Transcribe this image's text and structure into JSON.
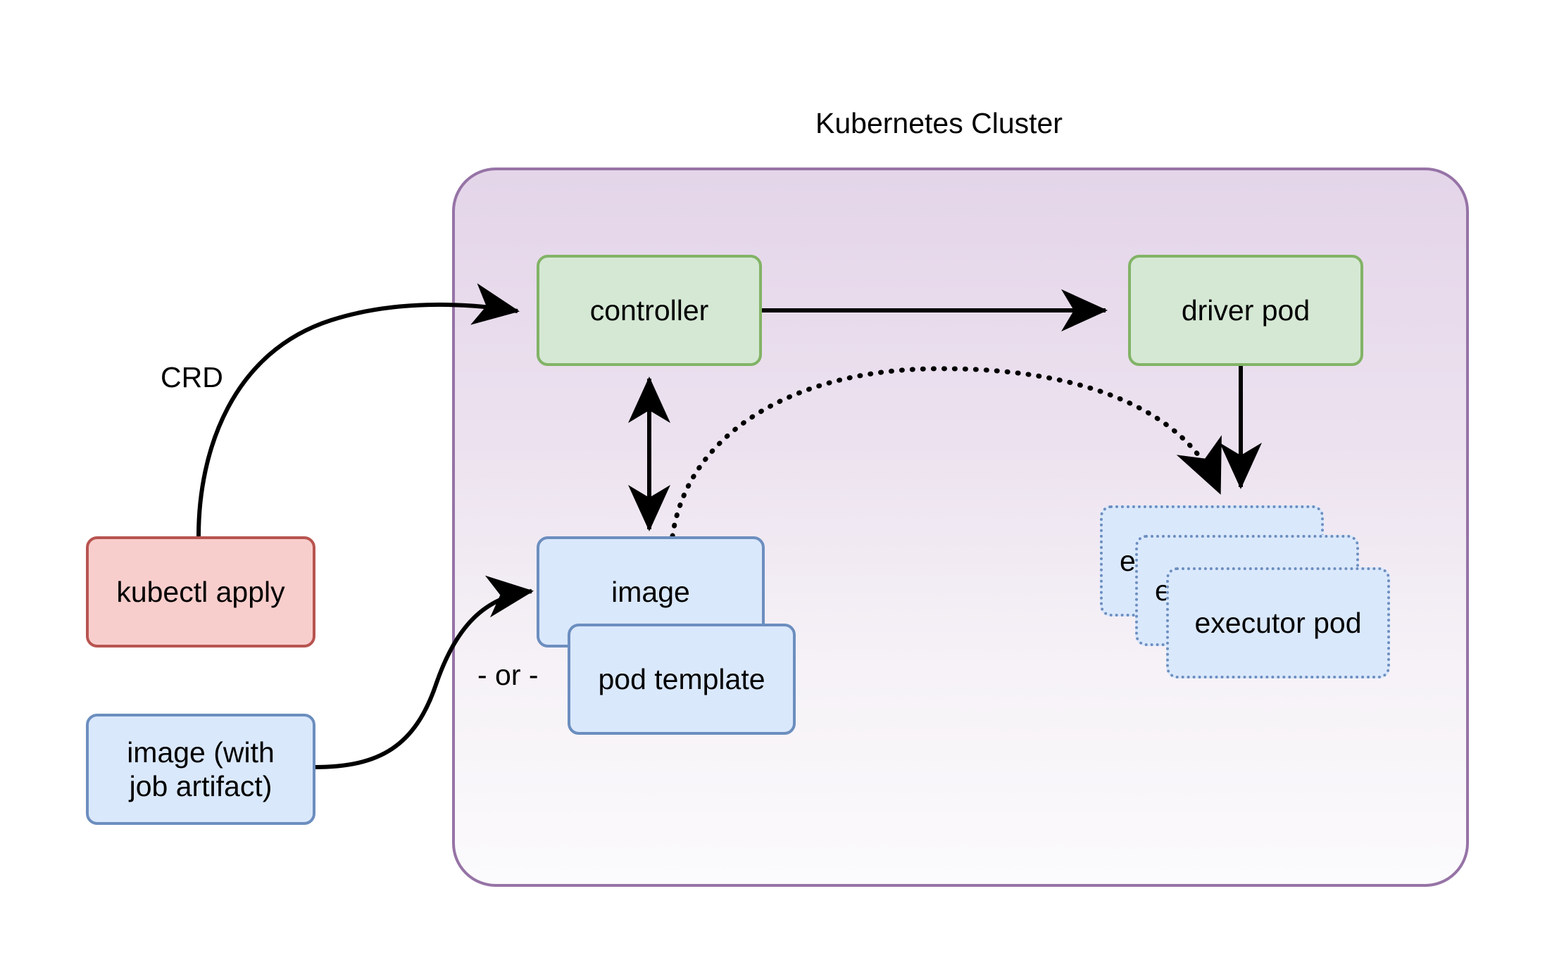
{
  "diagram": {
    "title": "Kubernetes Cluster",
    "type": "architecture-flow-diagram",
    "background": "#ffffff"
  },
  "cluster": {
    "label": "Kubernetes Cluster",
    "border_color": "#9673a6",
    "fill_top": "#e4d5e9",
    "fill_bottom": "#fbfafc"
  },
  "nodes": {
    "controller": {
      "label": "controller",
      "fill": "#d5e8d4",
      "stroke": "#82b366"
    },
    "driver_pod": {
      "label": "driver pod",
      "fill": "#d5e8d4",
      "stroke": "#82b366"
    },
    "image": {
      "label": "image",
      "fill": "#dae8fc",
      "stroke": "#6c8ebf"
    },
    "pod_template": {
      "label": "pod template",
      "fill": "#dae8fc",
      "stroke": "#6c8ebf"
    },
    "kubectl_apply": {
      "label": "kubectl apply",
      "fill": "#f8cecc",
      "stroke": "#b85450"
    },
    "image_with_job_artifact": {
      "label_line1": "image (with",
      "label_line2": "job artifact)",
      "fill": "#dae8fc",
      "stroke": "#6c8ebf"
    },
    "executor_pod_back": {
      "label": "executor pod",
      "fill": "#dae8fc",
      "stroke": "#6c8ebf"
    },
    "executor_pod_middle": {
      "label": "executor pod",
      "fill": "#dae8fc",
      "stroke": "#6c8ebf"
    },
    "executor_pod_front": {
      "label": "executor pod",
      "fill": "#dae8fc",
      "stroke": "#6c8ebf"
    }
  },
  "edge_labels": {
    "crd": "CRD",
    "or": "- or -"
  },
  "edges": [
    {
      "name": "kubectl-apply-to-controller",
      "from": "kubectl apply",
      "to": "controller",
      "style": "solid-curve",
      "label": "CRD",
      "arrow": "end"
    },
    {
      "name": "controller-to-driver-pod",
      "from": "controller",
      "to": "driver pod",
      "style": "solid-straight",
      "arrow": "end"
    },
    {
      "name": "controller-image-bidirectional",
      "from": "controller",
      "to": "image",
      "style": "solid-straight",
      "arrow": "both"
    },
    {
      "name": "image-to-executor-pods",
      "from": "image",
      "to": "executor pod",
      "style": "dotted-curve",
      "arrow": "end"
    },
    {
      "name": "driver-pod-to-executor-pods",
      "from": "driver pod",
      "to": "executor pod",
      "style": "solid-straight",
      "arrow": "end"
    },
    {
      "name": "image-artifact-to-image",
      "from": "image (with job artifact)",
      "to": "image",
      "style": "solid-curve",
      "arrow": "end"
    }
  ]
}
